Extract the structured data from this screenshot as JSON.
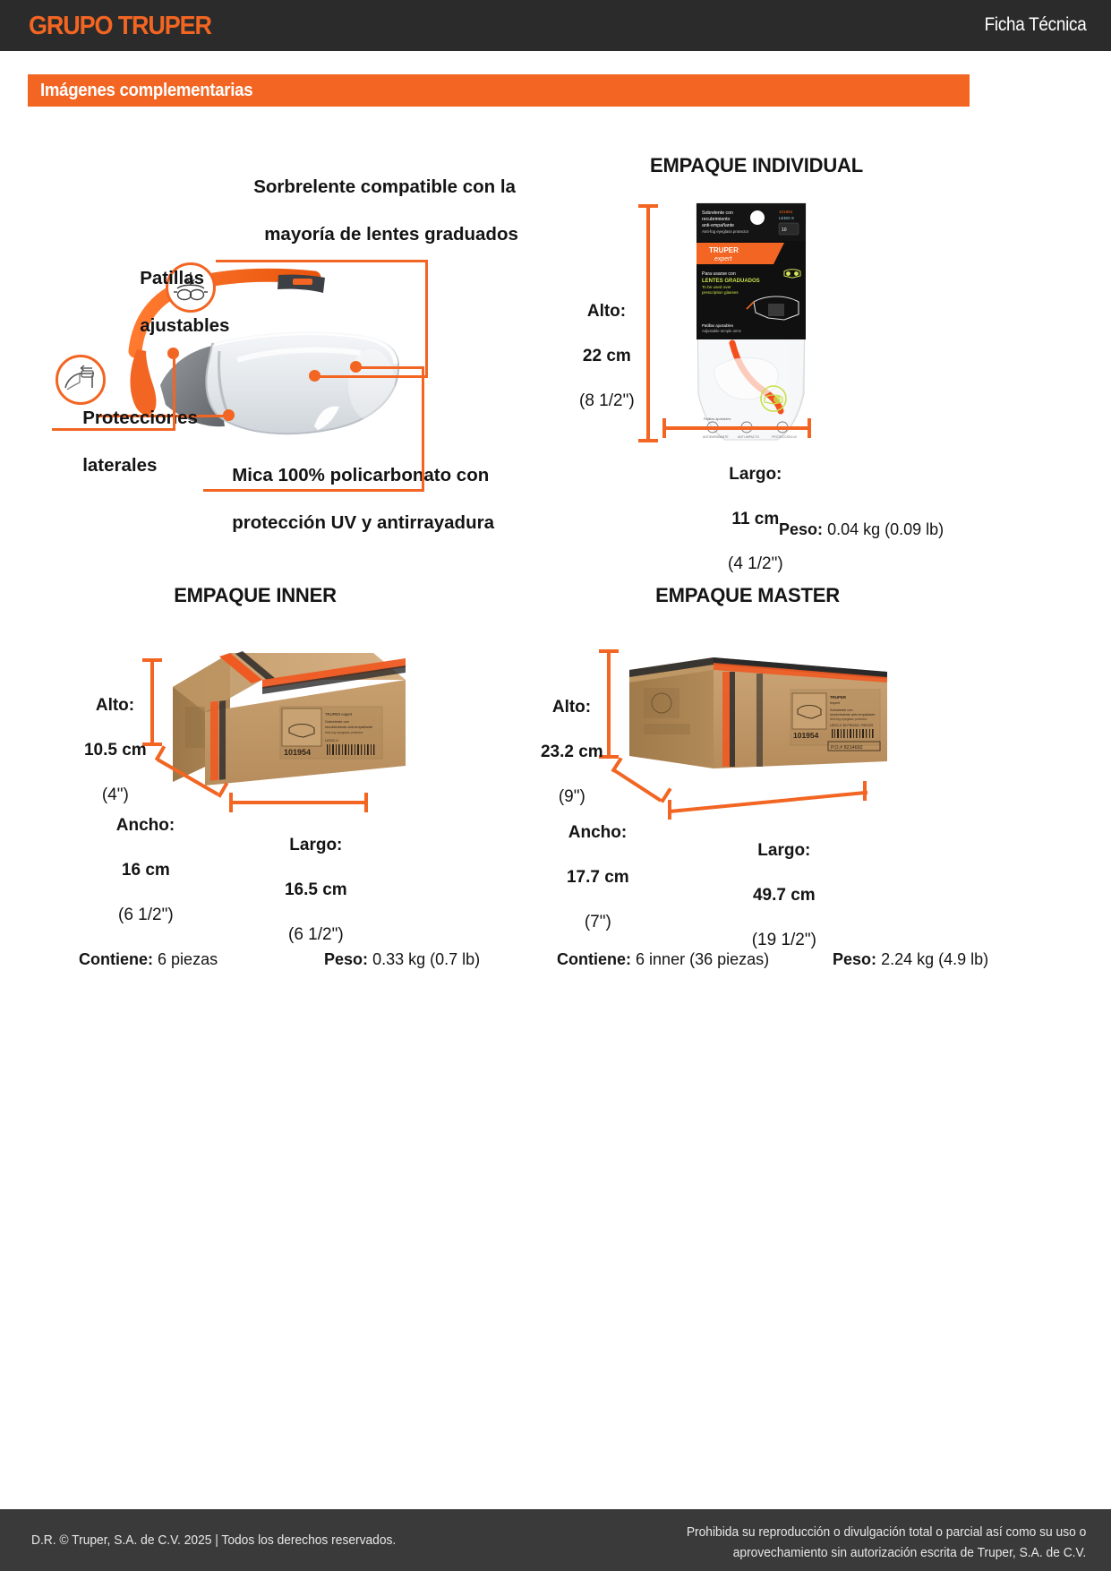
{
  "header": {
    "logo": "GRUPO TRUPER",
    "doc_type": "Ficha Técnica",
    "brand_orange": "#F26522",
    "bar_color": "#2b2b2b"
  },
  "banner": {
    "title": "Imágenes complementarias"
  },
  "product_callouts": {
    "items": [
      {
        "id": "sobrelente",
        "line1": "Sorbrelente compatible con la",
        "line2": "mayoría de lentes graduados",
        "icon": "goggles-over-glasses-icon"
      },
      {
        "id": "patillas",
        "line1": "Patillas",
        "line2": "ajustables",
        "icon": "adjustable-temple-icon"
      },
      {
        "id": "protecciones",
        "line1": "Protecciones",
        "line2": "laterales",
        "icon": null
      },
      {
        "id": "mica",
        "line1": "Mica 100% policarbonato con",
        "line2": "protección UV y antirrayadura",
        "icon": null
      }
    ]
  },
  "packages": [
    {
      "id": "individual",
      "title": "EMPAQUE INDIVIDUAL",
      "alto_label": "Alto:",
      "alto_cm": "22 cm",
      "alto_in": "(8 1/2\")",
      "largo_label": "Largo:",
      "largo_cm": "11 cm",
      "largo_in": "(4 1/2\")",
      "peso_label": "Peso:",
      "peso_value": "0.04 kg (0.09 lb)",
      "bag_text": {
        "top_line1": "Sobrelente con",
        "top_line2": "recubrimiento",
        "top_line3": "anti-empañante",
        "top_line4": "Anti-fog eyeglass protector",
        "sku": "101954",
        "model": "LEDO-X",
        "brand": "TRUPER",
        "sub_brand": "expert",
        "promo_line1": "Para usarse con",
        "promo_line2": "LENTES GRADUADOS",
        "promo_line3": "To be used over",
        "promo_line4": "prescription glasses"
      }
    },
    {
      "id": "inner",
      "title": "EMPAQUE INNER",
      "alto_label": "Alto:",
      "alto_cm": "10.5 cm",
      "alto_in": "(4\")",
      "ancho_label": "Ancho:",
      "ancho_cm": "16 cm",
      "ancho_in": "(6 1/2\")",
      "largo_label": "Largo:",
      "largo_cm": "16.5 cm",
      "largo_in": "(6 1/2\")",
      "contiene_label": "Contiene:",
      "contiene_value": "6 piezas",
      "peso_label": "Peso:",
      "peso_value": "0.33 kg (0.7 lb)",
      "box_label": {
        "sku": "101954",
        "brand": "TRUPER expert",
        "desc": "Sobrelente con recubrimiento anti-empañante"
      }
    },
    {
      "id": "master",
      "title": "EMPAQUE MASTER",
      "alto_label": "Alto:",
      "alto_cm": "23.2 cm",
      "alto_in": "(9\")",
      "ancho_label": "Ancho:",
      "ancho_cm": "17.7 cm",
      "ancho_in": "(7\")",
      "largo_label": "Largo:",
      "largo_cm": "49.7 cm",
      "largo_in": "(19 1/2\")",
      "contiene_label": "Contiene:",
      "contiene_value": "6 inner (36 piezas)",
      "peso_label": "Peso:",
      "peso_value": "2.24 kg (4.9 lb)",
      "box_label": {
        "sku": "101954",
        "po": "P.O.# 8214692",
        "brand": "TRUPER expert"
      }
    }
  ],
  "footer": {
    "left": "D.R. © Truper, S.A. de C.V. 2025 | Todos los derechos reservados.",
    "right_line1": "Prohibida su reproducción o divulgación total o parcial así como su uso o",
    "right_line2": "aprovechamiento sin autorización escrita de Truper, S.A. de C.V."
  }
}
